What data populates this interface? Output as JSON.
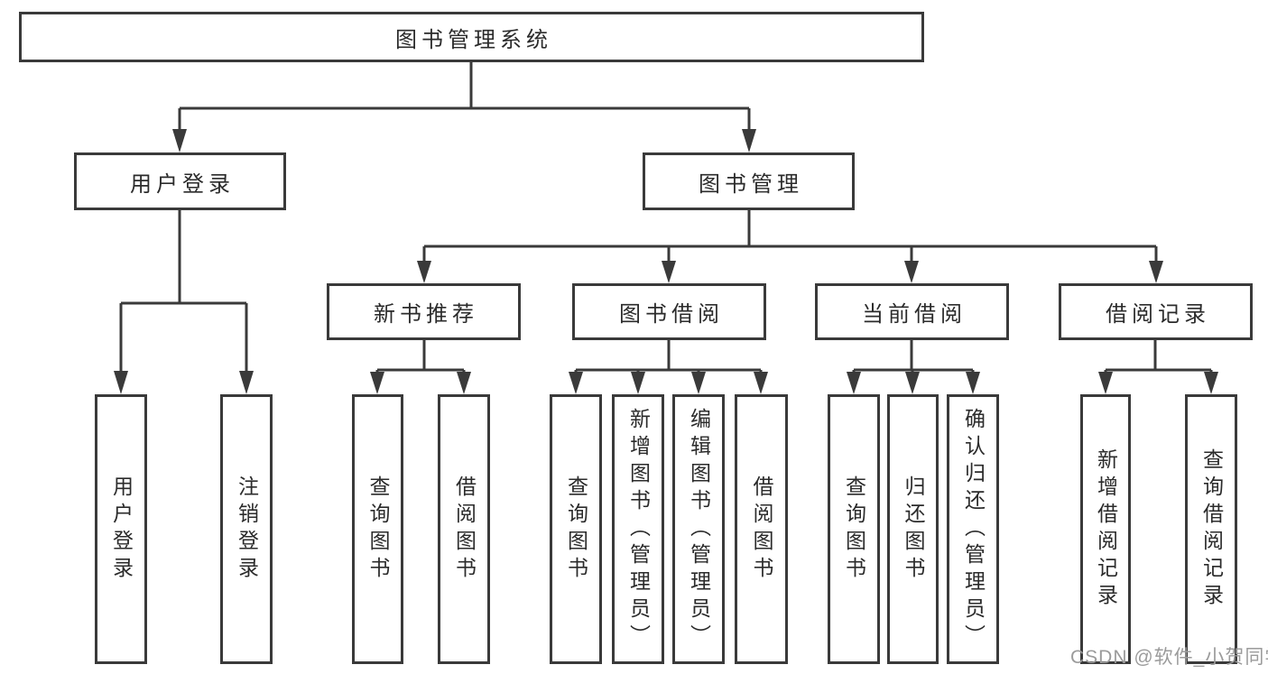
{
  "diagram": {
    "root": {
      "label": "图书管理系统"
    },
    "level2": [
      {
        "label": "用户登录"
      },
      {
        "label": "图书管理"
      }
    ],
    "level3": [
      {
        "label": "新书推荐"
      },
      {
        "label": "图书借阅"
      },
      {
        "label": "当前借阅"
      },
      {
        "label": "借阅记录"
      }
    ],
    "leaves": {
      "login": [
        "用户登录",
        "注销登录"
      ],
      "newbook": [
        "查询图书",
        "借阅图书"
      ],
      "borrow": [
        "查询图书",
        "新增图书（管理员）",
        "编辑图书（管理员）",
        "借阅图书"
      ],
      "current": [
        "查询图书",
        "归还图书",
        "确认归还（管理员）"
      ],
      "records": [
        "新增借阅记录",
        "查询借阅记录"
      ]
    }
  },
  "watermark": {
    "text": "CSDN @软件_小贺同学"
  },
  "colors": {
    "line": "#3a3a3a",
    "text": "#2b2b2b",
    "watermark": "#9b9b9b",
    "background": "#ffffff"
  }
}
